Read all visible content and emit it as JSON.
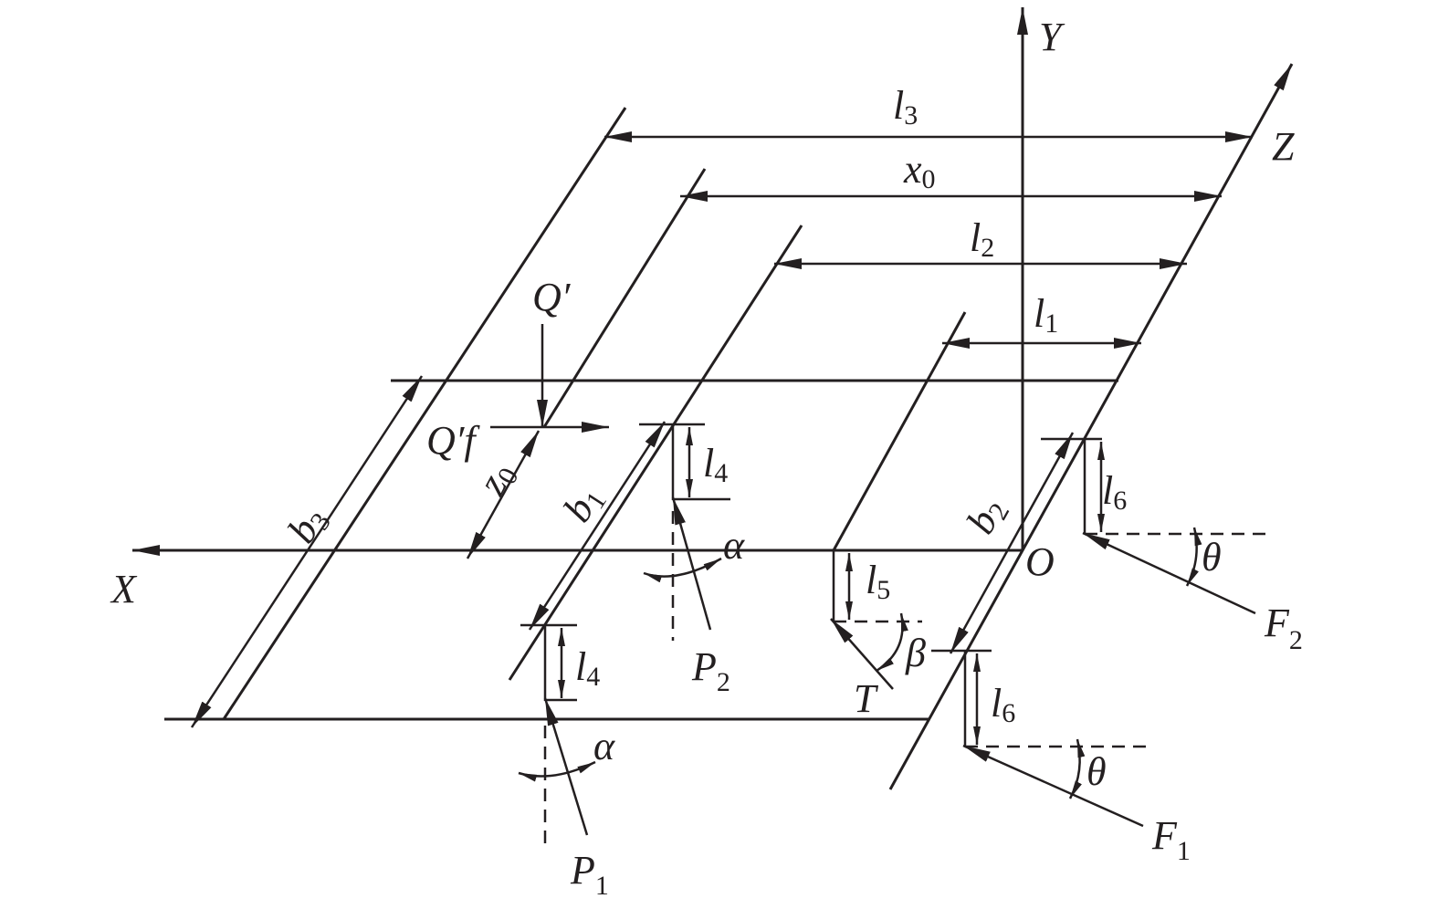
{
  "colors": {
    "ink": "#231f20",
    "background": "#ffffff"
  },
  "labels": {
    "Y": {
      "main": "Y"
    },
    "Z": {
      "main": "Z"
    },
    "X": {
      "main": "X"
    },
    "O": {
      "main": "O"
    },
    "l3": {
      "main": "l",
      "sub": "3"
    },
    "x0": {
      "main": "x",
      "sub": "0"
    },
    "l2": {
      "main": "l",
      "sub": "2"
    },
    "l1": {
      "main": "l",
      "sub": "1"
    },
    "Qp": {
      "main": "Q′"
    },
    "Qpf": {
      "main": "Q′f"
    },
    "z0": {
      "main": "z",
      "sub": "0"
    },
    "b3": {
      "main": "b",
      "sub": "3"
    },
    "b1": {
      "main": "b",
      "sub": "1"
    },
    "b2": {
      "main": "b",
      "sub": "2"
    },
    "l4a": {
      "main": "l",
      "sub": "4"
    },
    "l4b": {
      "main": "l",
      "sub": "4"
    },
    "alpha_a": {
      "main": "α"
    },
    "alpha_b": {
      "main": "α"
    },
    "P1": {
      "main": "P",
      "sub": "1"
    },
    "P2": {
      "main": "P",
      "sub": "2"
    },
    "l5": {
      "main": "l",
      "sub": "5"
    },
    "beta": {
      "main": "β"
    },
    "T": {
      "main": "T"
    },
    "l6a": {
      "main": "l",
      "sub": "6"
    },
    "l6b": {
      "main": "l",
      "sub": "6"
    },
    "theta_a": {
      "main": "θ"
    },
    "theta_b": {
      "main": "θ"
    },
    "F1": {
      "main": "F",
      "sub": "1"
    },
    "F2": {
      "main": "F",
      "sub": "2"
    }
  }
}
